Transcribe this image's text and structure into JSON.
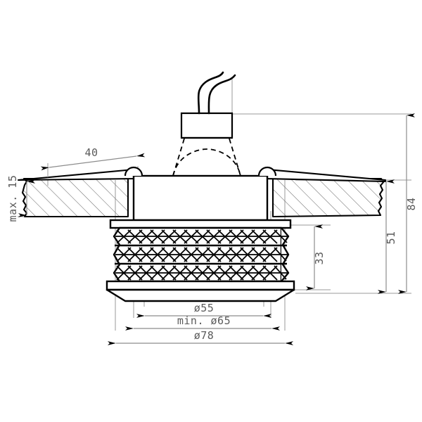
{
  "drawing": {
    "title": "Recessed crystal downlight - sectional technical drawing",
    "units": "mm",
    "background_color": "#ffffff",
    "outline_color": "#000000",
    "dimension_line_color": "#8c8c8c",
    "dimension_text_color": "#5a5a5a",
    "hatch_color": "#6e6e6e"
  },
  "dimensions": {
    "ceiling_thickness": {
      "label": "max. 15",
      "value": 15,
      "orientation": "vertical-left"
    },
    "flange_overhang": {
      "label": "40",
      "value": 40,
      "orientation": "horizontal-top-left"
    },
    "total_height": {
      "label": "84",
      "value": 84,
      "orientation": "vertical-right-outer"
    },
    "below_ceiling_height": {
      "label": "51",
      "value": 51,
      "orientation": "vertical-right-middle"
    },
    "crystal_ring_height": {
      "label": "33",
      "value": 33,
      "orientation": "vertical-right-inner"
    },
    "inner_diameter": {
      "label": "ø55",
      "value": 55,
      "orientation": "horizontal-bottom-1"
    },
    "cutout_diameter": {
      "label": "min. ø65",
      "value": 65,
      "orientation": "horizontal-bottom-2"
    },
    "outer_diameter": {
      "label": "ø78",
      "value": 78,
      "orientation": "horizontal-bottom-3"
    }
  },
  "parts": {
    "terminal_box": "terminal-block",
    "wires": "supply-wires",
    "lamp_outline": "lamp-hidden-outline",
    "spring_clip_left": "spring-clip-left",
    "spring_clip_right": "spring-clip-right",
    "body": "luminaire-body",
    "ceiling_left": "ceiling-panel-left",
    "ceiling_right": "ceiling-panel-right",
    "crystal_ring": "crystal-decorative-ring",
    "base_ring": "base-trim-ring"
  }
}
